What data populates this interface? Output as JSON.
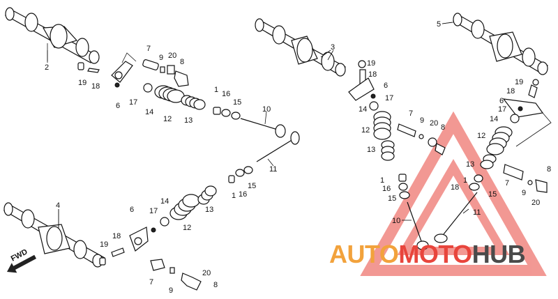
{
  "callouts": [
    "1",
    "2",
    "3",
    "4",
    "5",
    "6",
    "7",
    "8",
    "9",
    "10",
    "11",
    "12",
    "13",
    "14",
    "15",
    "16",
    "17",
    "18",
    "19",
    "20"
  ],
  "fwd_label": "FWD",
  "watermark": {
    "word1": "AUTO",
    "word2": "MOTO",
    "word3": "HUB",
    "colors": {
      "orange": "#f2a23c",
      "red": "#e8453c",
      "dark": "#4a4a4a"
    }
  }
}
